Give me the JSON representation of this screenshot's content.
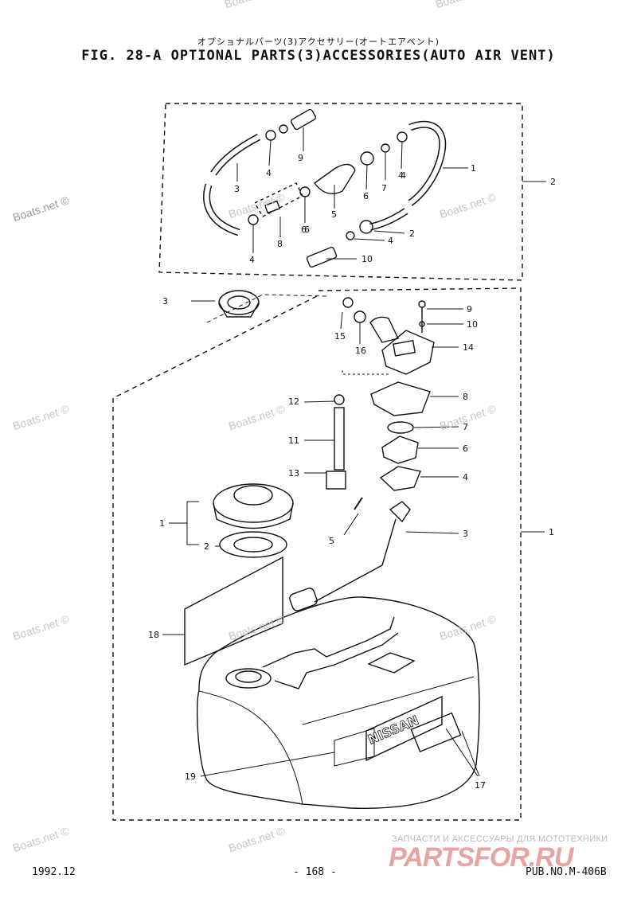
{
  "header": {
    "japanese_title": "オプショナルパーツ(3)アクセサリー(オートエアベント)",
    "title": "FIG. 28-A OPTIONAL PARTS(3)ACCESSORIES(AUTO AIR VENT)"
  },
  "watermarks": [
    "Boats.net ©",
    "Boats.net ©",
    "Boats.net ©",
    "Boats.net ©",
    "Boats.net ©",
    "Boats.net ©",
    "Boats.net ©",
    "Boats.net ©",
    "Boats.net ©",
    "Boats.net ©",
    "Boats.net ©",
    "Boats.net ©",
    "Boats.net ©"
  ],
  "callouts": {
    "hose_kit": [
      "9",
      "4",
      "3",
      "4",
      "7",
      "6",
      "4",
      "1",
      "2",
      "6",
      "5",
      "8",
      "6",
      "4",
      "2",
      "4",
      "10"
    ],
    "tank": [
      "3",
      "9",
      "10",
      "15",
      "16",
      "14",
      "8",
      "12",
      "7",
      "11",
      "6",
      "13",
      "4",
      "1",
      "2",
      "5",
      "3",
      "1",
      "18",
      "19",
      "17"
    ]
  },
  "tank_label": "NISSAN",
  "footer": {
    "date": "1992.12",
    "page": "- 168 -",
    "pub": "PUB.NO.M-406B"
  },
  "sponsor": {
    "tagline": "ЗАПЧАСТИ И АКСЕССУАРЫ ДЛЯ МОТОТЕХНИКИ",
    "brand": "PARTSFOR.RU"
  }
}
